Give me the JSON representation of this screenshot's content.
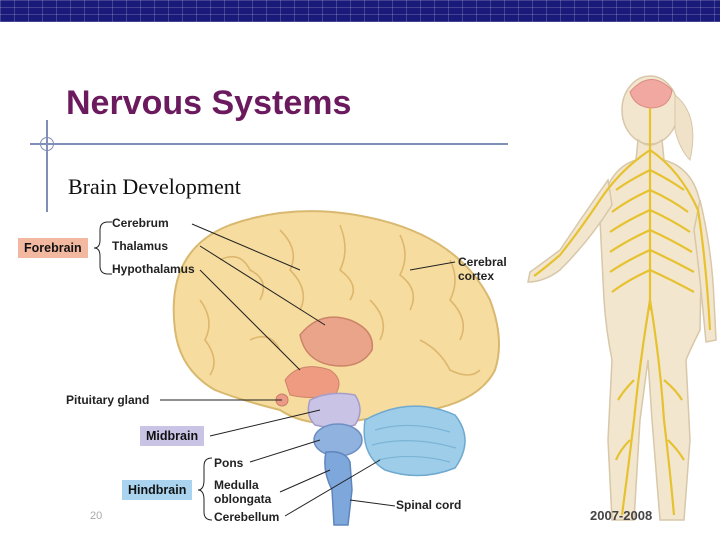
{
  "slide": {
    "title": "Nervous Systems",
    "subtitle": "Brain Development",
    "footer_year": "2007-2008",
    "footer_num": "20"
  },
  "regions": {
    "forebrain": "Forebrain",
    "midbrain": "Midbrain",
    "hindbrain": "Hindbrain"
  },
  "labels": {
    "cerebrum": "Cerebrum",
    "thalamus": "Thalamus",
    "hypothalamus": "Hypothalamus",
    "cerebral_cortex_1": "Cerebral",
    "cerebral_cortex_2": "cortex",
    "pituitary": "Pituitary gland",
    "pons": "Pons",
    "medulla_1": "Medulla",
    "medulla_2": "oblongata",
    "cerebellum": "Cerebellum",
    "spinal_cord": "Spinal cord"
  },
  "colors": {
    "title": "#6b1a5e",
    "topbar": "#1a1a7a",
    "forebrain_box": "#f2b8a0",
    "midbrain_box": "#c9c3e6",
    "hindbrain_box": "#a9d3ee"
  }
}
